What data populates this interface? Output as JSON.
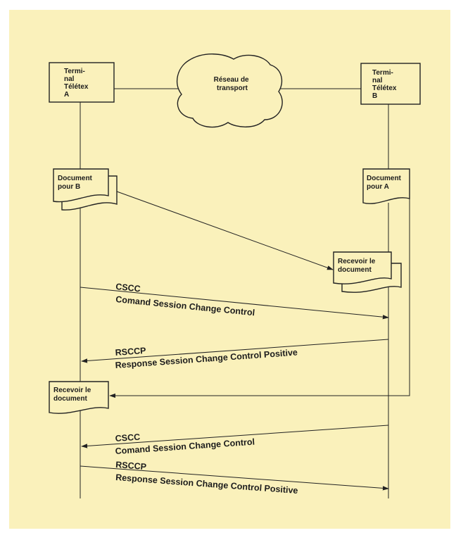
{
  "terminal_a": [
    "Termi-",
    "nal",
    "Télétex",
    "A"
  ],
  "terminal_b": [
    "Termi-",
    "nal",
    "Télétex",
    "B"
  ],
  "network": [
    "Réseau de",
    "transport"
  ],
  "doc_for_b": [
    "Document",
    "pour B"
  ],
  "doc_for_a": [
    "Document",
    "pour A"
  ],
  "receive_doc_b": [
    "Recevoir le",
    "document"
  ],
  "receive_doc_a": [
    "Recevoir le",
    "document"
  ],
  "messages": [
    {
      "code": "CSCC",
      "text": "Comand Session Change Control"
    },
    {
      "code": "RSCCP",
      "text": "Response Session Change Control Positive"
    },
    {
      "code": "CSCC",
      "text": "Comand Session Change Control"
    },
    {
      "code": "RSCCP",
      "text": "Response Session Change Control Positive"
    }
  ],
  "colors": {
    "paper": "#faf1bb",
    "ink": "#222222"
  }
}
